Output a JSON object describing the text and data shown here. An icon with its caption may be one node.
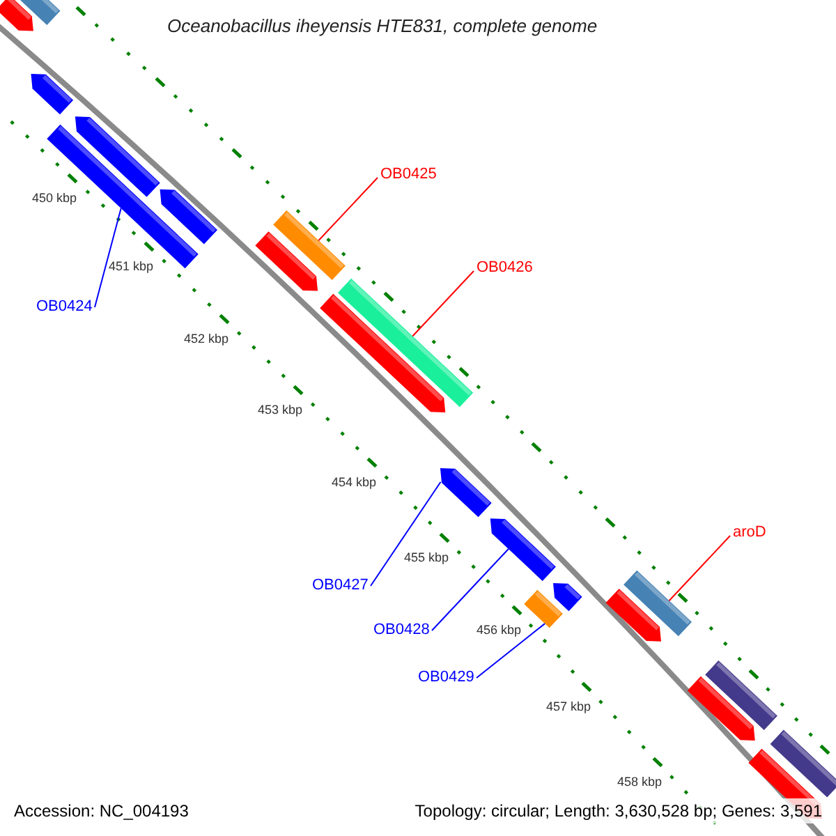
{
  "diagram": {
    "title": "Oceanobacillus iheyensis HTE831, complete genome",
    "nodes": [
      {
        "text": [
          "OB0425"
        ]
      },
      {
        "text": [
          "OB0426"
        ]
      },
      {
        "text": [
          "OB0424"
        ]
      },
      {
        "text": [
          "aroD"
        ]
      },
      {
        "text": [
          "OB0427"
        ]
      },
      {
        "text": [
          "OB0428"
        ]
      },
      {
        "text": [
          "OB0429"
        ]
      },
      {
        "text": [],
        "shape": "bar"
      },
      {
        "text": [],
        "shape": "bar"
      },
      {
        "text": [],
        "shape": "bar"
      },
      {
        "text": [],
        "shape": "bar"
      },
      {
        "text": [],
        "shape": "bar"
      },
      {
        "text": [],
        "shape": "bar"
      },
      {
        "text": [],
        "shape": "bar"
      },
      {
        "text": [],
        "shape": "bar"
      },
      {
        "text": [],
        "shape": "bar"
      },
      {
        "text": [],
        "shape": "bar"
      },
      {
        "text": [],
        "shape": "bar"
      },
      {
        "text": [],
        "shape": "bar"
      },
      {
        "text": [],
        "shape": "bar"
      },
      {
        "text": [],
        "shape": "bar"
      },
      {
        "text": [],
        "shape": "bar"
      },
      {
        "text": [],
        "shape": "bar"
      },
      {
        "text": [],
        "shape": "bar"
      },
      {
        "text": [],
        "shape": "bar"
      },
      {
        "text": [],
        "shape": "bar"
      },
      {
        "text": [],
        "shape": "bar"
      }
    ],
    "edges": [
      {
        "from": 0,
        "to": 13,
        "arrow": "none",
        "color": "#ff0000"
      },
      {
        "from": 1,
        "to": 15,
        "arrow": "none",
        "color": "#ff0000"
      },
      {
        "from": 2,
        "to": 11,
        "arrow": "none"
      },
      {
        "from": 3,
        "to": 21,
        "arrow": "none",
        "color": "#ff0000"
      },
      {
        "from": 4,
        "to": 17,
        "arrow": "none"
      },
      {
        "from": 5,
        "to": 18,
        "arrow": "none"
      },
      {
        "from": 6,
        "to": 20,
        "arrow": "none"
      }
    ],
    "labels": [
      "450 kbp",
      "451 kbp",
      "452 kbp",
      "453 kbp",
      "454 kbp",
      "455 kbp",
      "456 kbp",
      "457 kbp",
      "458 kbp",
      "Accession: NC_004193",
      "Topology: circular; Length: 3,630,528 bp; Genes: 3,591"
    ]
  }
}
